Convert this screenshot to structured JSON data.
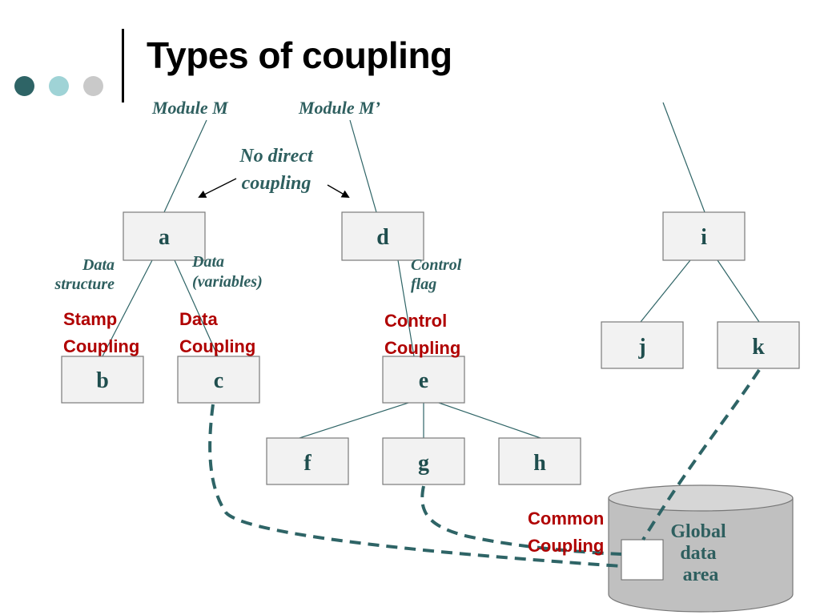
{
  "title": "Types of coupling",
  "decor_dots": [
    "#2e6466",
    "#9fd3d6",
    "#c9c9c9"
  ],
  "modules": {
    "module_m": "Module M",
    "module_m2": "Module M’"
  },
  "annotations": {
    "no_direct_1": "No direct",
    "no_direct_2": "coupling",
    "data_structure_1": "Data",
    "data_structure_2": "structure",
    "data_variables_1": "Data",
    "data_variables_2": "(variables)",
    "control_flag_1": "Control",
    "control_flag_2": "flag"
  },
  "coupling_types": {
    "stamp_1": "Stamp",
    "stamp_2": "Coupling",
    "data_1": "Data",
    "data_2": "Coupling",
    "control_1": "Control",
    "control_2": "Coupling",
    "common_1": "Common",
    "common_2": "Coupling"
  },
  "nodes": {
    "a": "a",
    "b": "b",
    "c": "c",
    "d": "d",
    "e": "e",
    "f": "f",
    "g": "g",
    "h": "h",
    "i": "i",
    "j": "j",
    "k": "k"
  },
  "global": {
    "line1": "Global",
    "line2": "data",
    "line3": "area"
  },
  "colors": {
    "text_teal": "#2e5f5f",
    "coupling_red": "#b00000",
    "line_teal": "#2e6466",
    "box_border": "#7a7a7a",
    "box_fill": "#f2f2f2",
    "cylinder_fill": "#c0c0c0"
  }
}
